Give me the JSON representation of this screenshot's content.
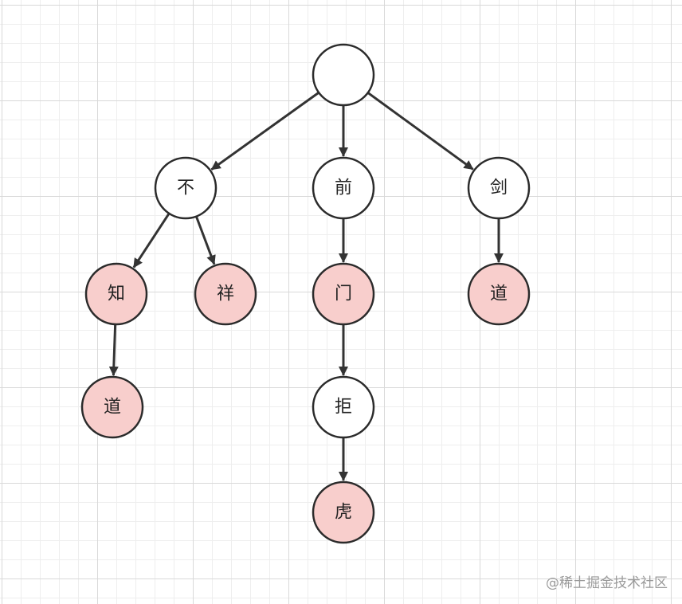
{
  "colors": {
    "node_plain_fill": "#ffffff",
    "node_end_fill": "#f8cecc",
    "node_stroke": "#2b2b2b",
    "edge": "#333333"
  },
  "nodes": [
    {
      "id": "root",
      "label": "",
      "end": false
    },
    {
      "id": "bu",
      "label": "不",
      "end": false
    },
    {
      "id": "qian",
      "label": "前",
      "end": false
    },
    {
      "id": "jian",
      "label": "剑",
      "end": false
    },
    {
      "id": "zhi",
      "label": "知",
      "end": true
    },
    {
      "id": "xiang",
      "label": "祥",
      "end": true
    },
    {
      "id": "men",
      "label": "门",
      "end": true
    },
    {
      "id": "dao2",
      "label": "道",
      "end": true
    },
    {
      "id": "dao1",
      "label": "道",
      "end": true
    },
    {
      "id": "ju",
      "label": "拒",
      "end": false
    },
    {
      "id": "hu",
      "label": "虎",
      "end": true
    }
  ],
  "edges": [
    {
      "from": "root",
      "to": "bu"
    },
    {
      "from": "root",
      "to": "qian"
    },
    {
      "from": "root",
      "to": "jian"
    },
    {
      "from": "bu",
      "to": "zhi"
    },
    {
      "from": "bu",
      "to": "xiang"
    },
    {
      "from": "qian",
      "to": "men"
    },
    {
      "from": "jian",
      "to": "dao2"
    },
    {
      "from": "zhi",
      "to": "dao1"
    },
    {
      "from": "men",
      "to": "ju"
    },
    {
      "from": "ju",
      "to": "hu"
    }
  ],
  "watermark": "@稀土掘金技术社区"
}
